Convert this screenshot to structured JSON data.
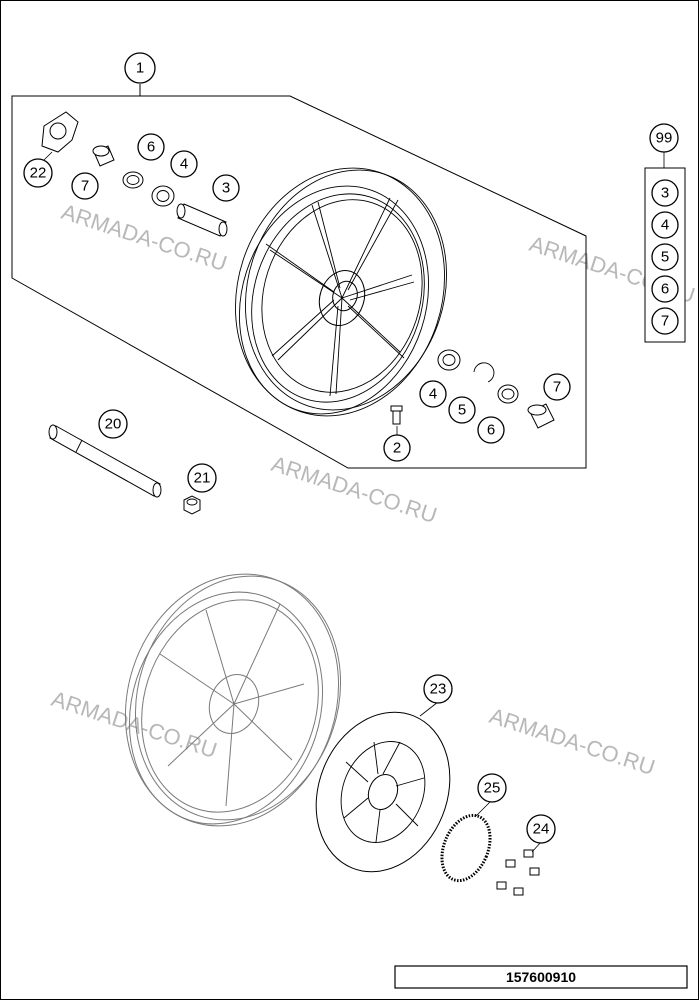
{
  "watermark_text": "ARMADA-CO.RU",
  "reference_number": "157600910",
  "callouts": {
    "c1": "1",
    "c2": "2",
    "c3a": "3",
    "c4a": "4",
    "c4b": "4",
    "c5": "5",
    "c6a": "6",
    "c6b": "6",
    "c7a": "7",
    "c7b": "7",
    "c20": "20",
    "c21": "21",
    "c22": "22",
    "c23": "23",
    "c24": "24",
    "c25": "25"
  },
  "kit": {
    "label": "99",
    "items": [
      "3",
      "4",
      "5",
      "6",
      "7"
    ]
  }
}
